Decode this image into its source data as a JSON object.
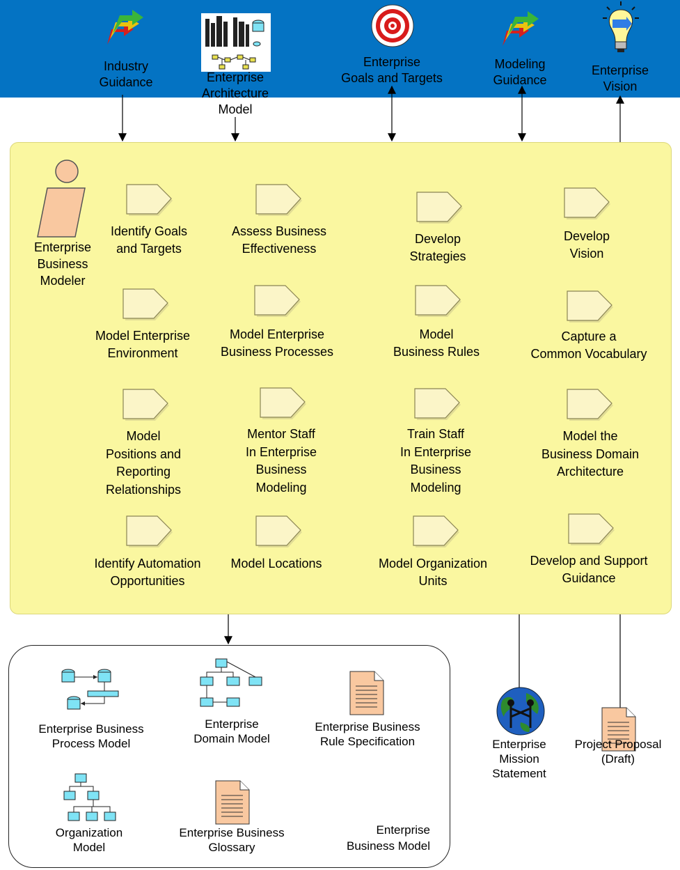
{
  "header": {
    "inputs": [
      {
        "id": "industry-guidance",
        "lines": [
          "Industry",
          "Guidance"
        ],
        "icon": "green-arrow-icon"
      },
      {
        "id": "enterprise-architecture-model",
        "lines": [
          "Enterprise",
          "Architecture",
          "Model"
        ],
        "icon": "architecture-model-icon"
      },
      {
        "id": "enterprise-goals-and-targets",
        "lines": [
          "Enterprise",
          "Goals and Targets"
        ],
        "icon": "target-icon"
      },
      {
        "id": "modeling-guidance",
        "lines": [
          "Modeling",
          "Guidance"
        ],
        "icon": "green-arrow-icon"
      },
      {
        "id": "enterprise-vision",
        "lines": [
          "Enterprise",
          "Vision"
        ],
        "icon": "lightbulb-icon"
      }
    ]
  },
  "role": {
    "lines": [
      "Enterprise",
      "Business",
      "Modeler"
    ],
    "icon": "worker-role-icon",
    "color": "#f9c8a0"
  },
  "tasks": [
    {
      "lines": [
        "Identify Goals",
        "and Targets"
      ]
    },
    {
      "lines": [
        "Assess Business",
        "Effectiveness"
      ]
    },
    {
      "lines": [
        "Develop",
        "Strategies"
      ]
    },
    {
      "lines": [
        "Develop",
        "Vision"
      ]
    },
    {
      "lines": [
        "Model Enterprise",
        "Environment"
      ]
    },
    {
      "lines": [
        "Model Enterprise",
        "Business Processes"
      ]
    },
    {
      "lines": [
        "Model",
        "Business Rules"
      ]
    },
    {
      "lines": [
        "Capture a",
        "Common Vocabulary"
      ]
    },
    {
      "lines": [
        "Model",
        "Positions and",
        "Reporting",
        "Relationships"
      ]
    },
    {
      "lines": [
        "Mentor Staff",
        "In Enterprise",
        "Business",
        "Modeling"
      ]
    },
    {
      "lines": [
        "Train Staff",
        "In Enterprise",
        "Business",
        "Modeling"
      ]
    },
    {
      "lines": [
        "Model the",
        "Business Domain",
        "Architecture"
      ]
    },
    {
      "lines": [
        "Identify Automation",
        "Opportunities"
      ]
    },
    {
      "lines": [
        "Model Locations"
      ]
    },
    {
      "lines": [
        "Model Organization",
        "Units"
      ]
    },
    {
      "lines": [
        "Develop and Support",
        "Guidance"
      ]
    }
  ],
  "business_model": {
    "title": [
      "Enterprise",
      "Business Model"
    ],
    "artifacts": [
      {
        "lines": [
          "Enterprise Business",
          "Process Model"
        ],
        "icon": "process-model-icon"
      },
      {
        "lines": [
          "Enterprise",
          "Domain Model"
        ],
        "icon": "domain-model-icon"
      },
      {
        "lines": [
          "Enterprise Business",
          "Rule Specification"
        ],
        "icon": "document-icon"
      },
      {
        "lines": [
          "Organization",
          "Model"
        ],
        "icon": "org-chart-icon"
      },
      {
        "lines": [
          "Enterprise Business",
          "Glossary"
        ],
        "icon": "document-icon"
      }
    ]
  },
  "outputs": [
    {
      "lines": [
        "Enterprise",
        "Mission",
        "Statement"
      ],
      "icon": "globe-icon"
    },
    {
      "lines": [
        "Project Proposal",
        "(Draft)"
      ],
      "icon": "document-icon"
    }
  ],
  "colors": {
    "banner": "#0473c3",
    "panel": "#faf7a0",
    "task_fill": "#fbf5c8",
    "artifact": "#f9c8a0",
    "model_cyan": "#7fe3f5"
  }
}
